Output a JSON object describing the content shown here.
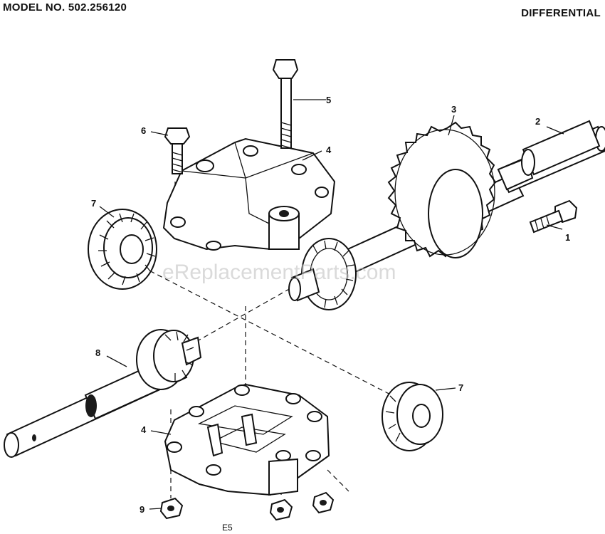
{
  "header": {
    "model_number": "MODEL NO. 502.256120",
    "section_title": "DIFFERENTIAL"
  },
  "watermark": "eReplacementParts.com",
  "page_code": "E5",
  "callouts": [
    "1",
    "2",
    "3",
    "4",
    "5",
    "6",
    "7",
    "8",
    "9"
  ]
}
